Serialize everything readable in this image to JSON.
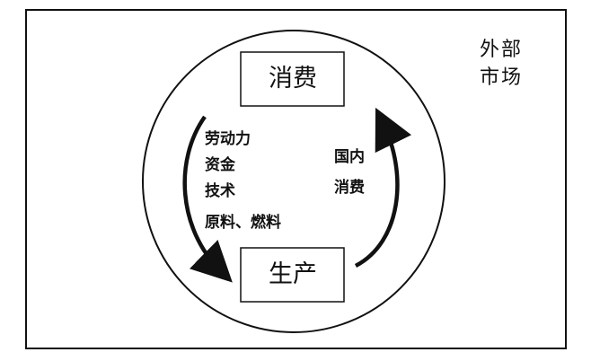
{
  "external_market": {
    "line1": "外部",
    "line2": "市场"
  },
  "nodes": {
    "consumption": "消费",
    "production": "生产"
  },
  "inputs": {
    "labor": "劳动力",
    "capital": "资金",
    "technology": "技术",
    "materials": "原料、燃料"
  },
  "domestic_consumption": {
    "line1": "国内",
    "line2": "消费"
  }
}
